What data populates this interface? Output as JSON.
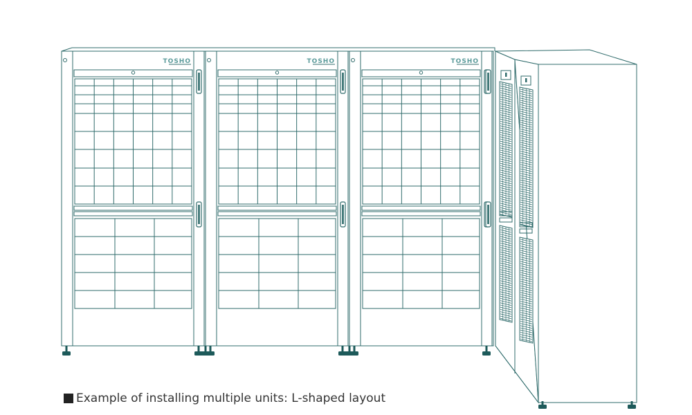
{
  "colors": {
    "line": "#2f6b6b",
    "logo": "#5a9a9a",
    "foot": "#1d5a5a",
    "caption_text": "#333333"
  },
  "units": [
    {
      "brand": "TOSHO",
      "upper_cols": 6,
      "upper_rows": 9,
      "lower_cols": 3,
      "lower_rows": 5
    },
    {
      "brand": "TOSHO",
      "upper_cols": 6,
      "upper_rows": 9,
      "lower_cols": 3,
      "lower_rows": 5
    },
    {
      "brand": "TOSHO",
      "upper_cols": 6,
      "upper_rows": 9,
      "lower_cols": 3,
      "lower_rows": 5
    }
  ],
  "side_cabinet": {
    "mesh_panels": 2
  },
  "caption": {
    "text": "Example of installing multiple units: L-shaped layout",
    "bullet_icon": "black-square-icon"
  }
}
